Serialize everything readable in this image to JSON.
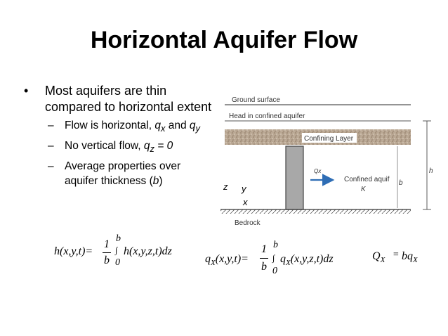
{
  "slide": {
    "title": "Horizontal Aquifer Flow",
    "bullet_main": "Most aquifers are thin compared to horizontal extent",
    "sub1_a": "Flow is horizontal, ",
    "sub1_q": "q",
    "sub1_x": "x",
    "sub1_and": " and ",
    "sub1_y": "y",
    "sub2_a": "No vertical flow, ",
    "sub2_q": "q",
    "sub2_z": "z",
    "sub2_b": " = 0",
    "sub3_a": "Average properties over aquifer thickness (",
    "sub3_b": "b",
    "sub3_c": ")"
  },
  "diagram": {
    "ground_surface": "Ground surface",
    "head_label": "Head in confined aquifer",
    "confining_layer": "Confining Layer",
    "qx_label": "Qx",
    "confined_aquifer": "Confined aquif",
    "k_label": "K",
    "b_label": "b",
    "h_label": "h",
    "z_axis": "z",
    "y_axis": "y",
    "x_axis": "x",
    "bedrock": "Bedrock"
  },
  "equations": {
    "eq1_lhs": "h(x,y,t)=",
    "eq1_num": "1",
    "eq1_den": "b",
    "eq1_upper": "b",
    "eq1_int": "∫",
    "eq1_lower": "0",
    "eq1_integrand": "h(x,y,z,t)dz",
    "eq2_lhs_q": "q",
    "eq2_lhs_sub": "X",
    "eq2_lhs_rest": "(x,y,t)=",
    "eq2_num": "1",
    "eq2_den": "b",
    "eq2_upper": "b",
    "eq2_int": "∫",
    "eq2_lower": "0",
    "eq2_integrand_q": "q",
    "eq2_integrand_sub": "X",
    "eq2_integrand_rest": "(x,y,z,t)dz",
    "eq3_Q": "Q",
    "eq3_sub": "X",
    "eq3_eq": "=",
    "eq3_rhs": "bq",
    "eq3_rhs_sub": "X"
  }
}
